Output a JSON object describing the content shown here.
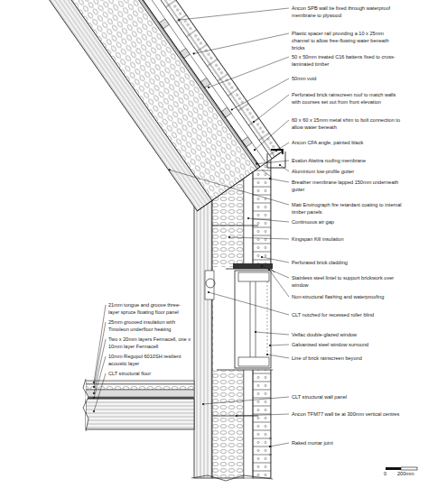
{
  "diagram": {
    "labels": [
      "Ancon SPB wall tie fixed through waterproof membrane to plywood",
      "Plastic spacer rail providing a 10 x 25mm channel to allow free-flowing water beneath bricks",
      "50 x 50mm treated C16 battens fixed to cross-laminated timber",
      "50mm void",
      "Perforated brick rainscreen roof to match walls with courses set out from front elevation",
      "60 x 60 x 15mm metal shim to bolt connection to allow water beneath",
      "Ancon CFA angle, painted black",
      "Evalon Alwitra roofing membrane",
      "Aluminium low-profile gutter",
      "Breather membrane lapped 150mm underneath gutter",
      "Matt Envirograph fire retardant coating to internal timber panels",
      "Continuous air gap",
      "Kingspan Kill insulation",
      "Perforated brick cladding",
      "Stainless steel lintel to support brickwork over window",
      "Non-structural flashing and waterproofing",
      "CLT notched for recessed roller blind",
      "Velfac double-glazed window",
      "Galvanised steel window surround",
      "Line of brick rainscreen beyond",
      "CLT structural wall panel",
      "Ancon TFM77 wall tie at 300mm vertical centres",
      "Raked mortar joint",
      "21mm tongue and groove three-layer spruce floating floor panel",
      "25mm grooved insulation with Timoleon underfloor heating",
      "Two x 20mm layers Fermacell, one x 10mm layer Fermacell",
      "10mm Regupol 6010SH resilient acoustic layer",
      "CLT structural floor",
      "0",
      "200mm"
    ]
  }
}
